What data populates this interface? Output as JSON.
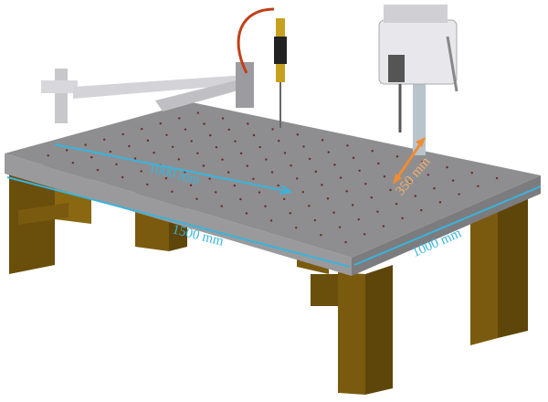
{
  "dimensions": {
    "work_depth": "1000 mm",
    "table_length": "1500 mm",
    "table_width": "1000 mm",
    "drill_reach": "350 mm"
  },
  "colors": {
    "dimension_cyan": "#39b4dc",
    "dimension_orange": "#f08c34",
    "table_top": "#8e8e90",
    "legs": "#7a5a0e",
    "hole": "#6b2a24"
  }
}
